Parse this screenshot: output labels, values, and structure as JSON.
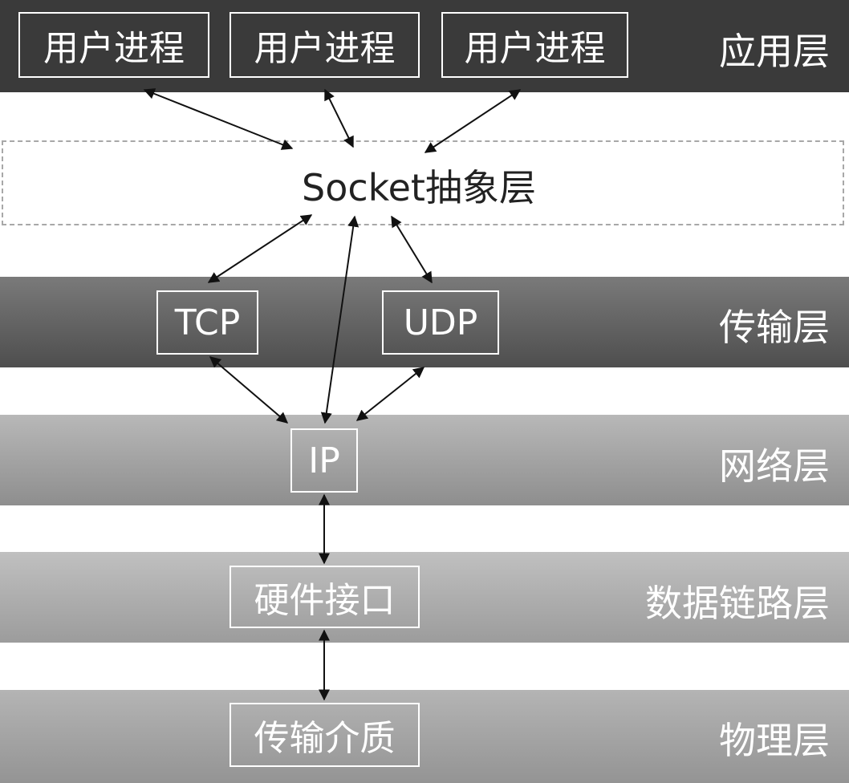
{
  "layers": {
    "application": "应用层",
    "transport": "传输层",
    "network": "网络层",
    "data_link": "数据链路层",
    "physical": "物理层"
  },
  "socket_layer": "Socket抽象层",
  "processes": [
    "用户进程",
    "用户进程",
    "用户进程"
  ],
  "transport_protocols": {
    "tcp": "TCP",
    "udp": "UDP"
  },
  "network_protocol": "IP",
  "hardware_interface": "硬件接口",
  "transmission_medium": "传输介质"
}
